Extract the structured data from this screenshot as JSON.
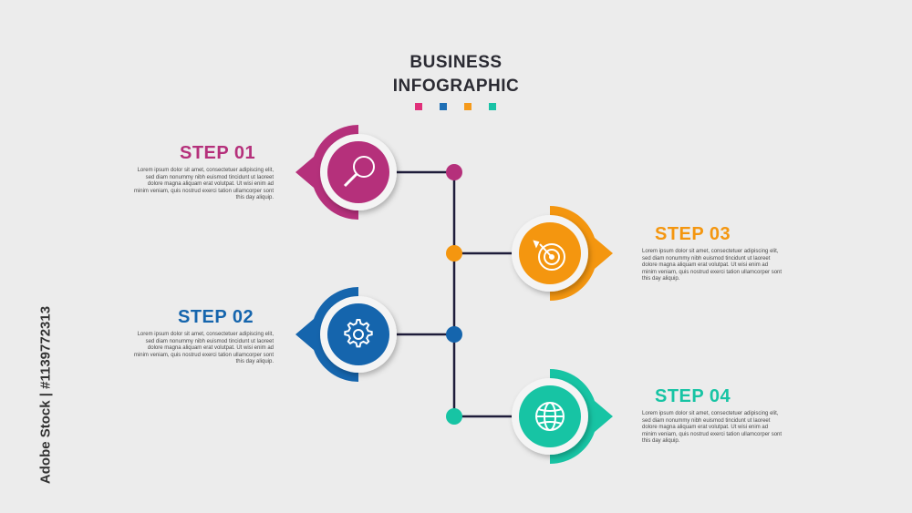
{
  "title": {
    "line1": "BUSINESS",
    "line2": "INFOGRAPHIC"
  },
  "legend_colors": [
    "#e0307a",
    "#1f6fb5",
    "#f59a1b",
    "#19c2a6"
  ],
  "steps": [
    {
      "label": "STEP 01",
      "icon": "magnifier-icon",
      "color": "#b5307b",
      "dot_color": "#b5307b",
      "text": "Lorem ipsum dolor sit amet, consectetuer adipiscing elit, sed diam nonummy nibh euismod tincidunt ut laoreet dolore magna aliquam erat volutpat. Ut wisi enim ad minim veniam, quis nostrud exerci tation ullamcorper sont this day aliquip."
    },
    {
      "label": "STEP 02",
      "icon": "gear-icon",
      "color": "#1565ad",
      "dot_color": "#1565ad",
      "text": "Lorem ipsum dolor sit amet, consectetuer adipiscing elit, sed diam nonummy nibh euismod tincidunt ut laoreet dolore magna aliquam erat volutpat. Ut wisi enim ad minim veniam, quis nostrud exerci tation ullamcorper sont this day aliquip."
    },
    {
      "label": "STEP 03",
      "icon": "target-icon",
      "color": "#f4960f",
      "dot_color": "#f4960f",
      "text": "Lorem ipsum dolor sit amet, consectetuer adipiscing elit, sed diam nonummy nibh euismod tincidunt ut laoreet dolore magna aliquam erat volutpat. Ut wisi enim ad minim veniam, quis nostrud exerci tation ullamcorper sont this day aliquip."
    },
    {
      "label": "STEP 04",
      "icon": "globe-icon",
      "color": "#17c4a4",
      "dot_color": "#17c4a4",
      "text": "Lorem ipsum dolor sit amet, consectetuer adipiscing elit, sed diam nonummy nibh euismod tincidunt ut laoreet dolore magna aliquam erat volutpat. Ut wisi enim ad minim veniam, quis nostrud exerci tation ullamcorper sont this day aliquip."
    }
  ],
  "connector_color": "#1e1c3a",
  "watermark": "Adobe Stock | #1139772313"
}
